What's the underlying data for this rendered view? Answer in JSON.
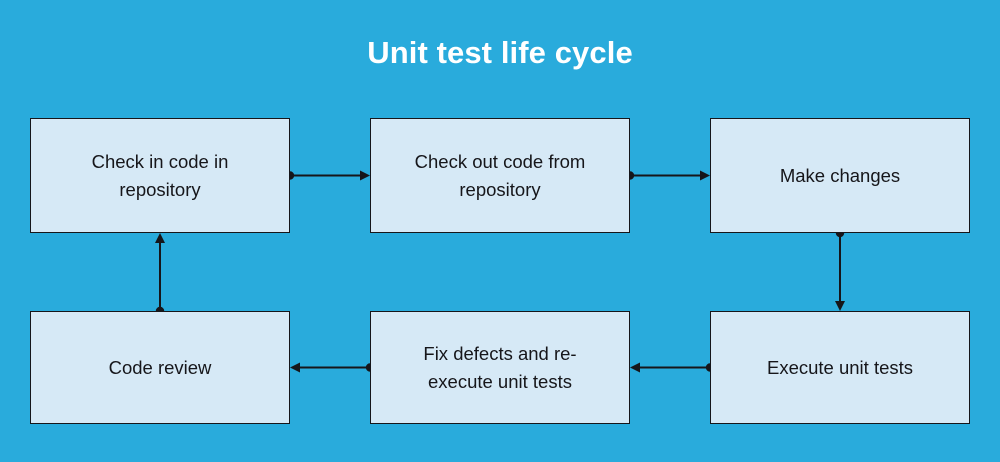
{
  "diagram": {
    "title": "Unit test life cycle",
    "type": "flowchart",
    "background_color": "#29abdc",
    "box_fill_color": "#d6e9f6",
    "box_border_color": "#16161a",
    "title_color": "#ffffff",
    "connector_color": "#16161a",
    "nodes": [
      {
        "id": "checkin",
        "label": "Check in code in\nrepository"
      },
      {
        "id": "checkout",
        "label": "Check out code from\nrepository"
      },
      {
        "id": "make_changes",
        "label": "Make changes"
      },
      {
        "id": "code_review",
        "label": "Code review"
      },
      {
        "id": "fix_defects",
        "label": "Fix defects and re-\nexecute unit tests"
      },
      {
        "id": "execute",
        "label": "Execute unit tests"
      }
    ],
    "edges": [
      {
        "from": "checkin",
        "to": "checkout",
        "direction": "right"
      },
      {
        "from": "checkout",
        "to": "make_changes",
        "direction": "right"
      },
      {
        "from": "make_changes",
        "to": "execute",
        "direction": "down"
      },
      {
        "from": "execute",
        "to": "fix_defects",
        "direction": "left"
      },
      {
        "from": "fix_defects",
        "to": "code_review",
        "direction": "left"
      },
      {
        "from": "code_review",
        "to": "checkin",
        "direction": "up"
      }
    ]
  }
}
